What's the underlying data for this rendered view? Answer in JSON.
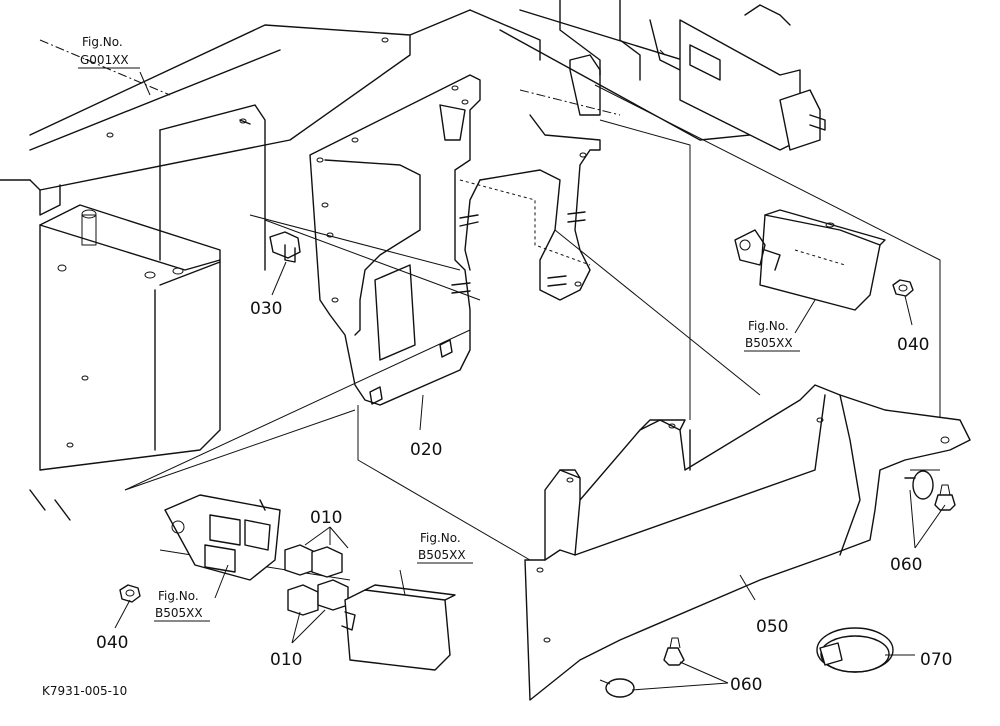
{
  "diagram": {
    "code": "K7931-005-10",
    "references": [
      {
        "label": "Fig.No.",
        "value": "G001XX"
      },
      {
        "label": "Fig.No.",
        "value": "B505XX"
      },
      {
        "label": "Fig.No.",
        "value": "B505XX"
      },
      {
        "label": "Fig.No.",
        "value": "B505XX"
      }
    ],
    "callouts": [
      {
        "part": "030"
      },
      {
        "part": "020"
      },
      {
        "part": "040"
      },
      {
        "part": "040"
      },
      {
        "part": "010"
      },
      {
        "part": "010"
      },
      {
        "part": "050"
      },
      {
        "part": "060"
      },
      {
        "part": "060"
      },
      {
        "part": "070"
      }
    ]
  }
}
